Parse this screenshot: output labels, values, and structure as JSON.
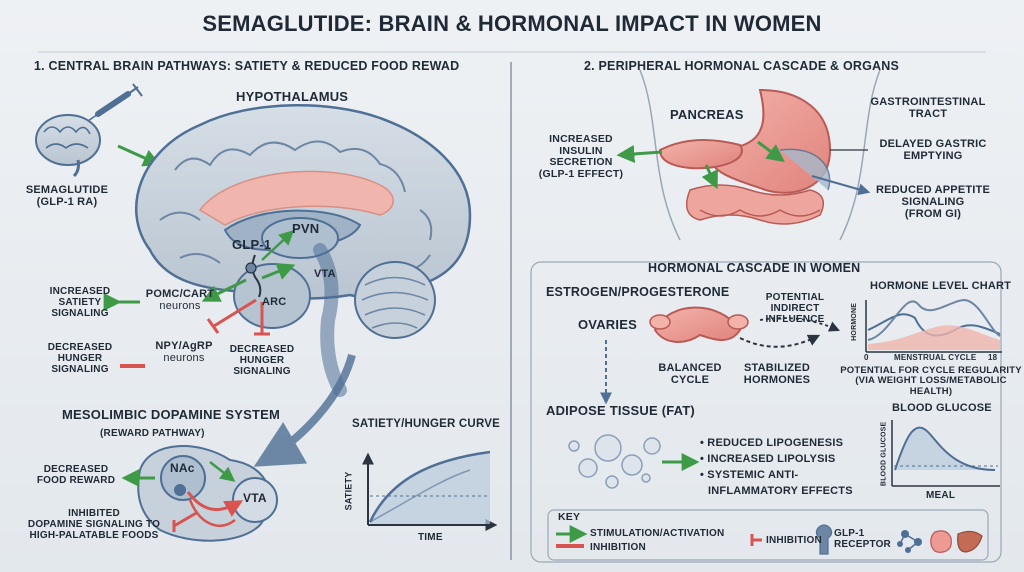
{
  "title": "SEMAGLUTIDE: BRAIN & HORMONAL IMPACT IN WOMEN",
  "section1": {
    "heading": "1. CENTRAL BRAIN PATHWAYS: SATIETY & REDUCED FOOD REWAD",
    "hypothalamus": "HYPOTHALAMUS",
    "drug_line1": "SEMAGLUTIDE",
    "drug_line2": "(GLP-1 RA)",
    "glp1": "GLP-1",
    "pvn": "PVN",
    "vta": "VTA",
    "arc": "ARC",
    "pomc": "POMC/CART",
    "pomc_sub": "neurons",
    "npy": "NPY/AgRP",
    "npy_sub": "neurons",
    "inc_satiety": [
      "INCREASED",
      "SATIETY",
      "SIGNALING"
    ],
    "dec_hunger_left": [
      "DECREASED",
      "HUNGER",
      "SIGNALING"
    ],
    "dec_hunger_center": [
      "DECREASED",
      "HUNGER",
      "SIGNALING"
    ],
    "meso_title": "MESOLIMBIC DOPAMINE SYSTEM",
    "meso_sub": "(REWARD PATHWAY)",
    "nac": "NAc",
    "vta2": "VTA",
    "dec_food_reward": [
      "DECREASED",
      "FOOD REWARD"
    ],
    "inhibited": [
      "INHIBITED",
      "DOPAMINE SIGNALING TO",
      "HIGH-PALATABLE FOODS"
    ],
    "curve_title": "SATIETY/HUNGER CURVE",
    "curve_y": "SATIETY",
    "curve_x": "TIME"
  },
  "section2": {
    "heading": "2. PERIPHERAL HORMONAL CASCADE & ORGANS",
    "pancreas": "PANCREAS",
    "gi": [
      "GASTROINTESTINAL",
      "TRACT"
    ],
    "insulin": [
      "INCREASED",
      "INSULIN",
      "SECRETION",
      "(GLP-1 EFFECT)"
    ],
    "delayed": [
      "DELAYED GASTRIC",
      "EMPTYING"
    ],
    "reduced_appetite": [
      "REDUCED APPETITE",
      "SIGNALING",
      "(FROM GI)"
    ],
    "cascade_title": "HORMONAL CASCADE IN WOMEN",
    "estrogen": "ESTROGEN/PROGESTERONE",
    "potential": [
      "POTENTIAL",
      "INDIRECT INFLUENCE"
    ],
    "ovaries": "OVARIES",
    "balanced": [
      "BALANCED",
      "CYCLE"
    ],
    "stabilized": [
      "STABILIZED",
      "HORMONES"
    ],
    "hormone_chart_title": "HORMONE LEVEL CHART",
    "hormone_y": "HORMONE",
    "hormone_x": "MENSTRUAL CYCLE",
    "hormone_x0": "0",
    "hormone_x1": "18",
    "cycle_reg": [
      "POTENTIAL FOR CYCLE REGULARITY",
      "(VIA WEIGHT LOSS/METABOLIC HEALTH)"
    ],
    "adipose": "ADIPOSE TISSUE (FAT)",
    "bullets": [
      "• REDUCED LIPOGENESIS",
      "• INCREASED LIPOLYSIS",
      "• SYSTEMIC ANTI-",
      "INFLAMMATORY EFFECTS"
    ],
    "glucose_title": "BLOOD GLUCOSE",
    "glucose_y": "BLOOD GLUCOSE",
    "glucose_x": "MEAL"
  },
  "key": {
    "label": "KEY",
    "stim": "STIMULATION/ACTIVATION",
    "inhib": "INHIBITION",
    "inhib2": "INHIBITION",
    "glp1_receptor": [
      "GLP-1",
      "RECEPTOR"
    ]
  },
  "colors": {
    "green": "#3f9a48",
    "red": "#d9534f",
    "blue": "#4f6f95",
    "brain": "#c9d3dd",
    "organ": "#ec9a93"
  }
}
